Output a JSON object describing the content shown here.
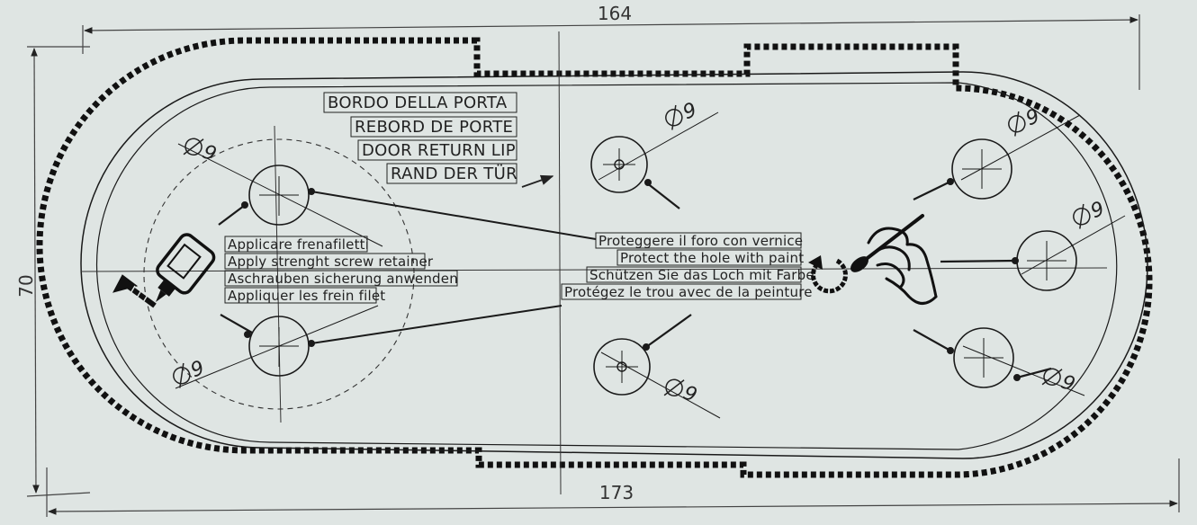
{
  "dimensions": {
    "top_width": "164",
    "bottom_width": "173",
    "height": "70"
  },
  "door_lip_labels": [
    "BORDO DELLA PORTA",
    "REBORD DE PORTE",
    "DOOR RETURN LIP",
    "RAND DER TÜR"
  ],
  "screw_retainer_labels": [
    "Applicare frenafiletti",
    "Apply strenght screw retainer",
    "Aschrauben sicherung anwenden",
    "Appliquer les frein filet"
  ],
  "paint_labels": [
    "Proteggere  il foro con vernice",
    "Protect  the hole with paint",
    "Schützen Sie das Loch mit Farbe",
    "Protégez le trou avec de la peinture"
  ],
  "hole_diameter": "9",
  "colors": {
    "background": "#dfe5e3",
    "line": "#1a1a1a",
    "seal": "#111111"
  },
  "icons": [
    "screw-icon",
    "glue-bottle-icon",
    "rotation-arrow-icon",
    "hand-brush-icon"
  ]
}
